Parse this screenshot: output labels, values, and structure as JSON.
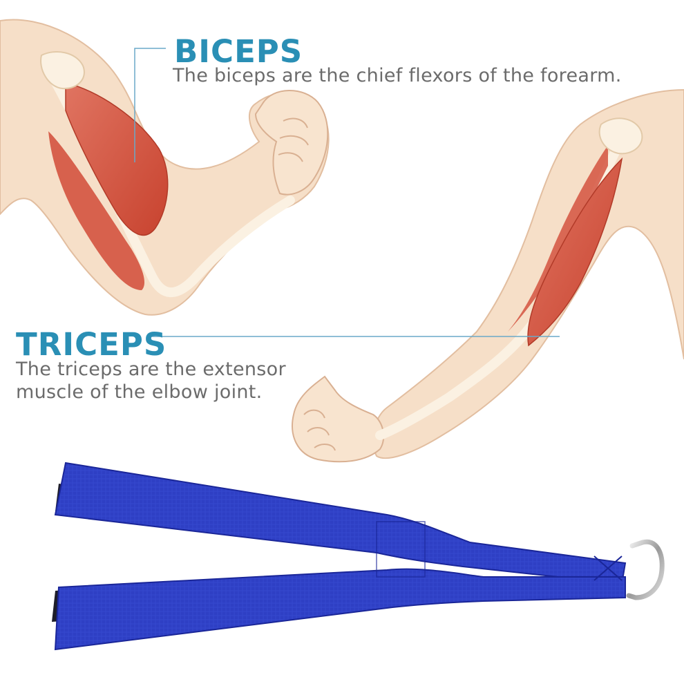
{
  "theme": {
    "heading_color": "#2a8fb5",
    "leader_line_color": "#6aa9c8",
    "text_color": "#6b6b6b",
    "skin_color": "#f6dfc8",
    "muscle_color": "#d4533f",
    "strap_color": "#2e3fc4"
  },
  "biceps": {
    "title": "BICEPS",
    "description": "The biceps are the chief flexors of the forearm."
  },
  "triceps": {
    "title": "TRICEPS",
    "description_line1": "The triceps are the extensor",
    "description_line2": "muscle of the elbow joint."
  },
  "illustrations": {
    "left_arm": "flexed-arm-biceps-illustration",
    "right_arm": "extended-arm-triceps-illustration",
    "product": "blue-strap-with-d-ring"
  }
}
